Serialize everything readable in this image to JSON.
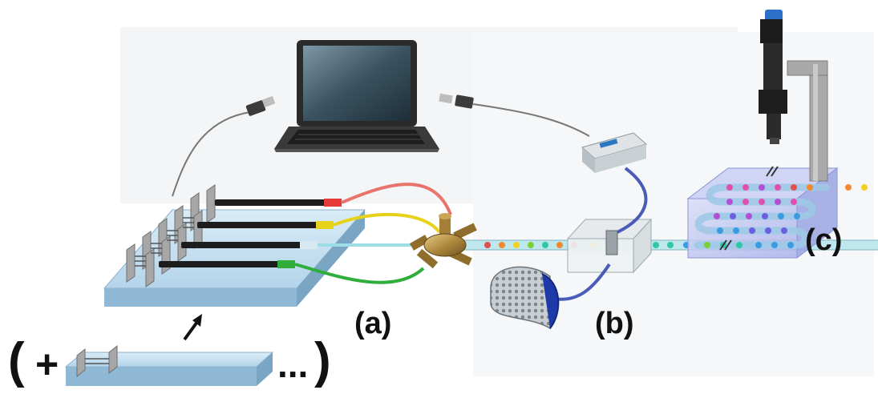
{
  "labels": {
    "a": "(a)",
    "b": "(b)",
    "c": "(c)"
  },
  "footnote": {
    "open_paren": "(",
    "plus": "+",
    "ellipsis": "...",
    "close_paren": ")"
  },
  "tube_colors": {
    "red": "#e8736a",
    "yellow": "#e6d21a",
    "cyan": "#9fdde6",
    "green": "#2fae3c",
    "blue_cable": "#4a5bb8",
    "channel": "#bfe8ee"
  },
  "droplet_colors": [
    "#e05050",
    "#f08a30",
    "#f2d020",
    "#7bd03a",
    "#2fc7a4",
    "#3a9be0",
    "#6a5fe0",
    "#b24fd6",
    "#e04fb0"
  ],
  "icons": [
    "laptop-icon",
    "usb-connector-icon",
    "syringe-pump-icon",
    "manifold-icon",
    "spectrometer-icon",
    "light-source-icon",
    "camera-icon"
  ]
}
